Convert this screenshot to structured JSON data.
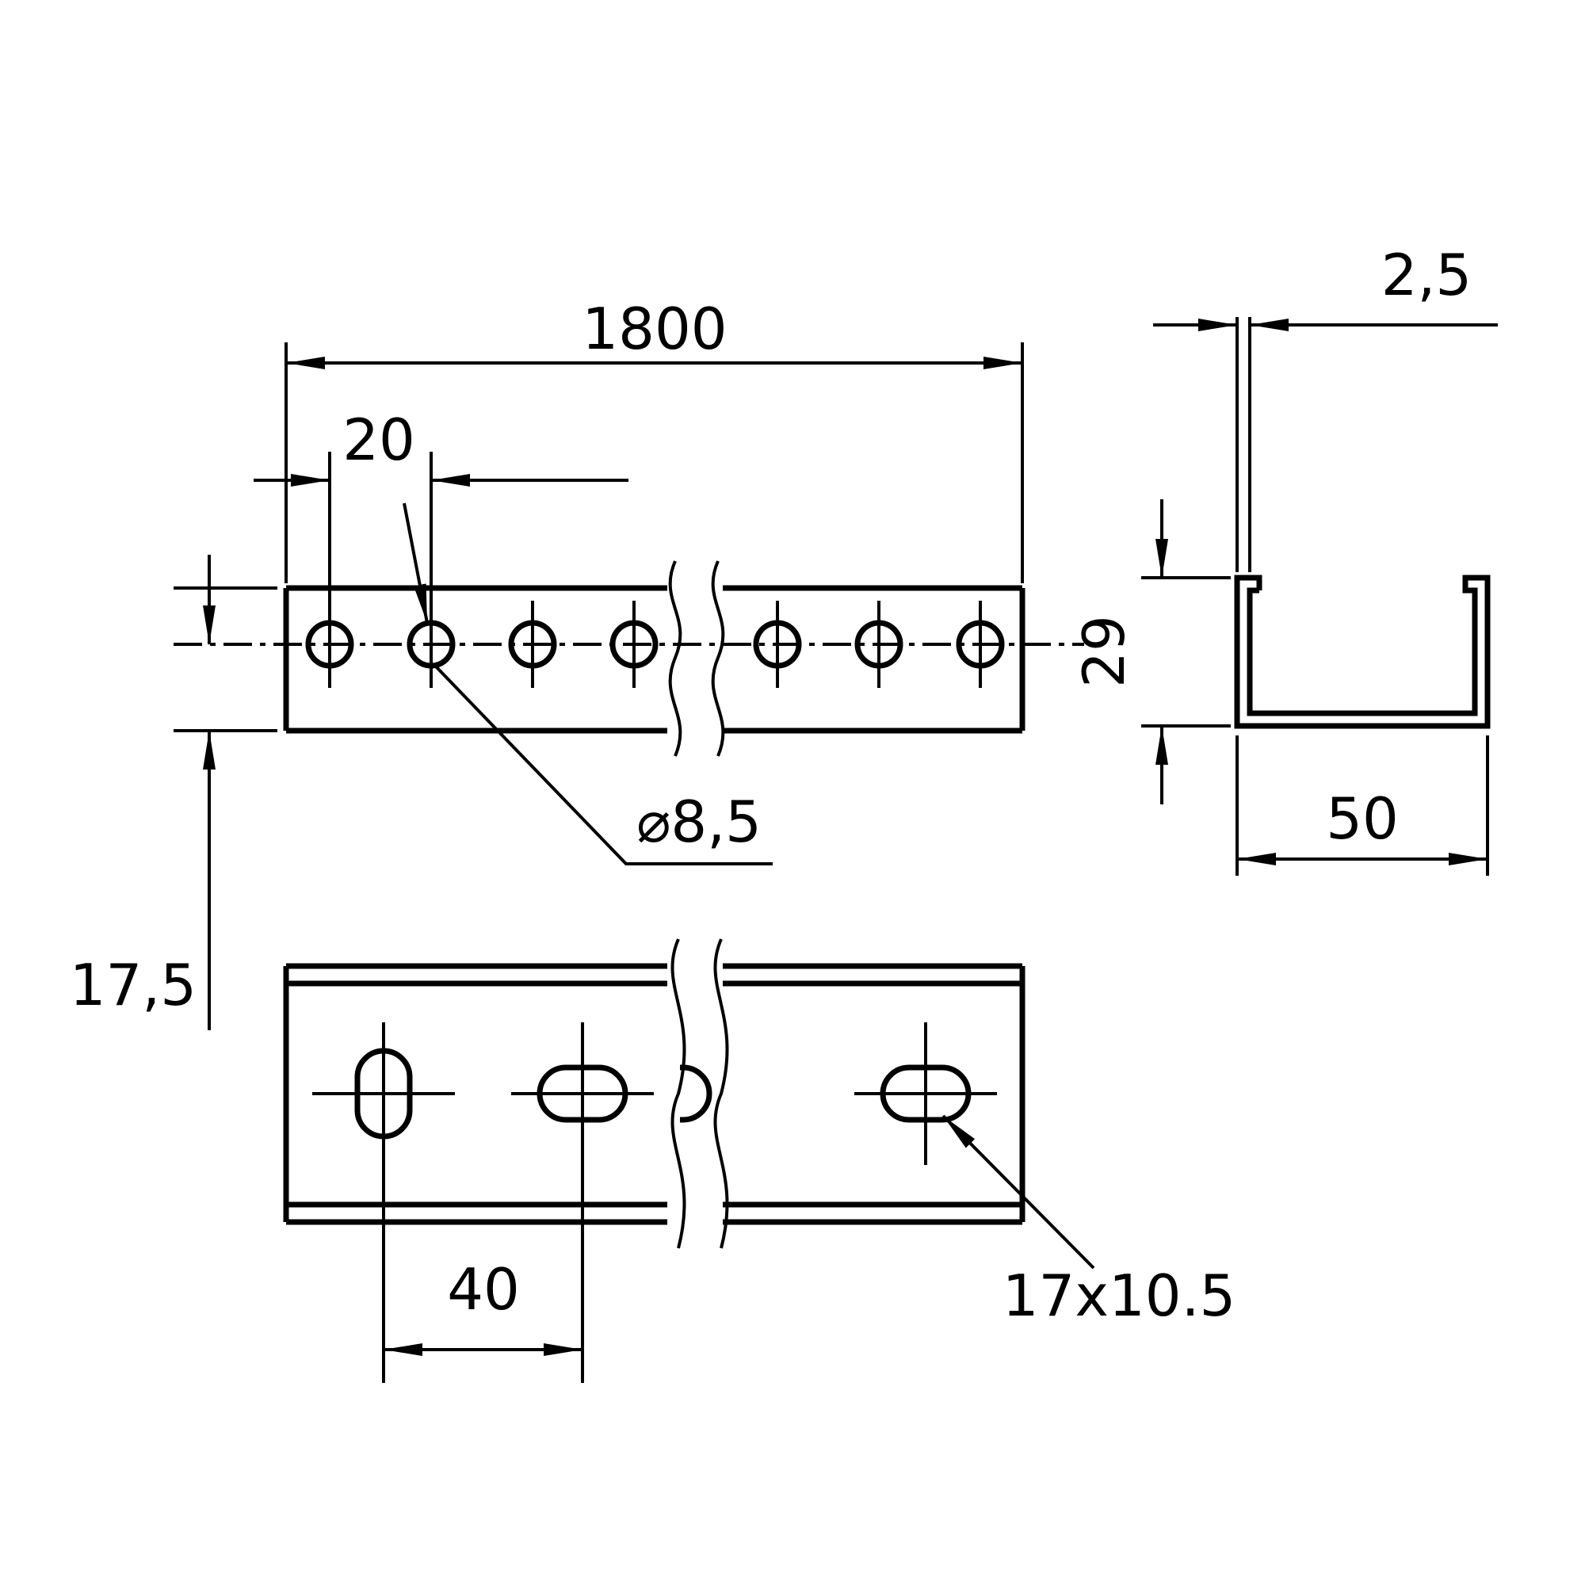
{
  "drawing": {
    "colors": {
      "line": "#000000",
      "background": "#ffffff"
    },
    "labels": {
      "length": "1800",
      "hole_pitch": "20",
      "hole_diameter": "⌀8,5",
      "edge_distance": "17,5",
      "wall_thickness": "2,5",
      "profile_height": "29",
      "profile_width": "50",
      "slot_pitch": "40",
      "slot_size": "17x10.5"
    }
  }
}
